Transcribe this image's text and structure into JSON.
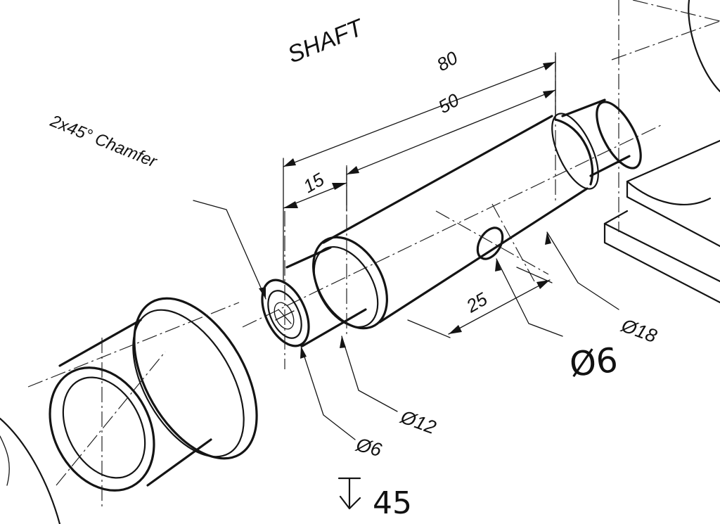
{
  "title": "SHAFT",
  "chamfer_note": "2x45° Chamfer",
  "dimensions": {
    "overall_length": "80",
    "body_length": "50",
    "end_length": "15",
    "hole_offset": "25"
  },
  "diameters": {
    "large": "Ø18",
    "small_end": "Ø12",
    "center_hole": "Ø6",
    "cross_hole_handwritten": "Ø6",
    "hole_depth_handwritten": "45"
  },
  "colors": {
    "ink": "#141414",
    "paper": "#ffffff"
  }
}
